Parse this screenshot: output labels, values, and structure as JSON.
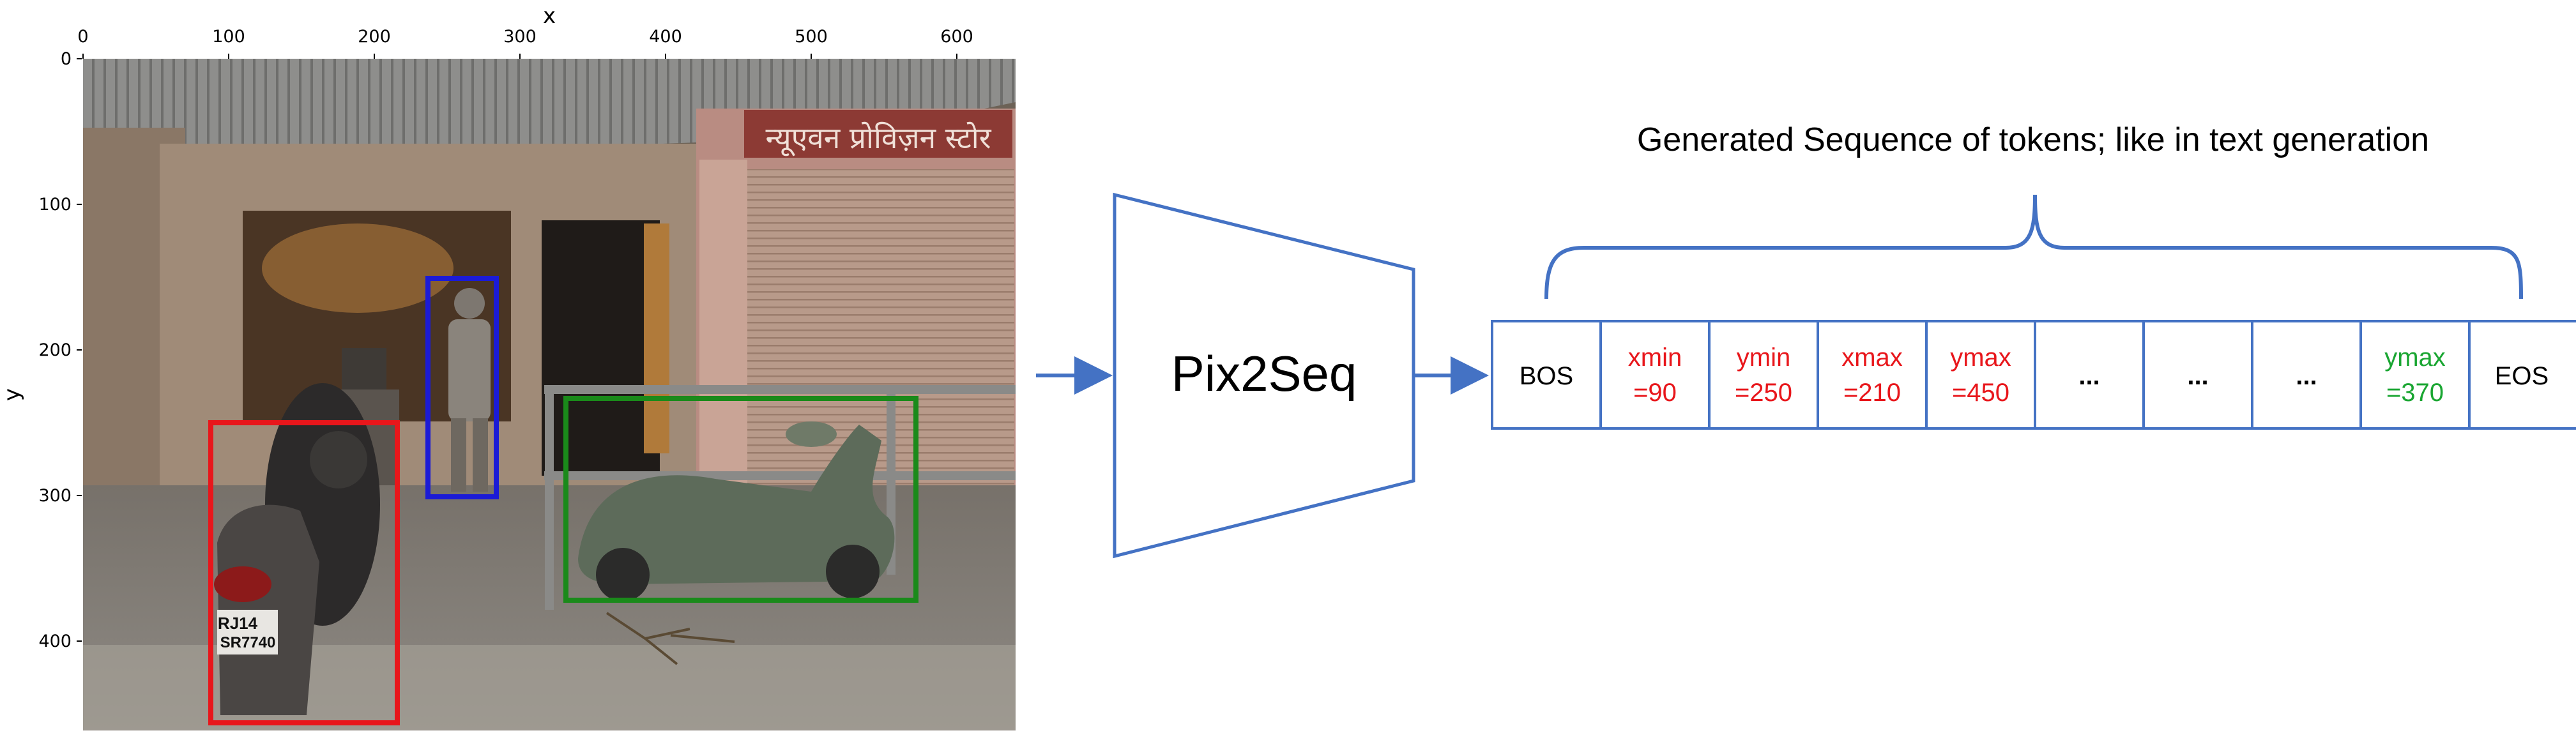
{
  "plot": {
    "x_axis_title": "x",
    "y_axis_title": "y",
    "x_ticks": [
      "0",
      "100",
      "200",
      "300",
      "400",
      "500",
      "600"
    ],
    "y_ticks": [
      "0",
      "100",
      "200",
      "300",
      "400"
    ],
    "plate_text_1": "RJ14",
    "plate_text_2": "SR7740",
    "sign_text": "न्यूएवन प्रोविज़न स्टोर"
  },
  "model": {
    "label": "Pix2Seq"
  },
  "sequence": {
    "title": "Generated Sequence of tokens; like in text generation",
    "tokens": [
      {
        "line1": "BOS",
        "line2": "",
        "color": "#000000"
      },
      {
        "line1": "xmin",
        "line2": "=90",
        "color": "#e8161b"
      },
      {
        "line1": "ymin",
        "line2": "=250",
        "color": "#e8161b"
      },
      {
        "line1": "xmax",
        "line2": "=210",
        "color": "#e8161b"
      },
      {
        "line1": "ymax",
        "line2": "=450",
        "color": "#e8161b"
      },
      {
        "line1": "...",
        "line2": "",
        "color": "#000000"
      },
      {
        "line1": "...",
        "line2": "",
        "color": "#000000"
      },
      {
        "line1": "...",
        "line2": "",
        "color": "#000000"
      },
      {
        "line1": "ymax",
        "line2": "=370",
        "color": "#1aa632"
      },
      {
        "line1": "EOS",
        "line2": "",
        "color": "#000000"
      }
    ]
  },
  "colors": {
    "diagram_blue": "#4472c4",
    "box_red": "#e8161b",
    "box_blue": "#1b1bd6",
    "box_green": "#1a8a1a"
  }
}
